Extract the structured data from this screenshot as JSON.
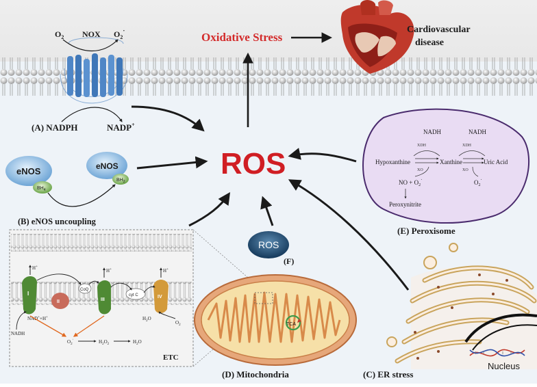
{
  "top": {
    "oxidative_stress": "Oxidative Stress",
    "cardio_line1": "Cardiovascular",
    "cardio_line2": "disease"
  },
  "center": {
    "ros": "ROS"
  },
  "nox": {
    "label": "NOX",
    "o2": "O",
    "o2_sub": "2",
    "o2r": "O",
    "o2r_sub": "2",
    "o2r_sup": "·",
    "nadph": "(A) NADPH",
    "nadp": "NADP",
    "nadp_sup": "+"
  },
  "enos": {
    "label_left": "eNOS",
    "bh_left": "BH",
    "bh_left_sub": "4",
    "label_right": "eNOS",
    "bh_right": "BH",
    "bh_right_sub": "2",
    "caption": "(B) eNOS uncoupling"
  },
  "peroxisome": {
    "nadh1": "NADH",
    "nadh2": "NADH",
    "xdh1": "XDH",
    "xdh2": "XDH",
    "xo1": "XO",
    "xo2": "XO",
    "hypoxanthine": "Hypoxanthine",
    "xanthine": "Xanthine",
    "uric_acid": "Uric Acid",
    "no_plus": "NO + O",
    "no_sub": "2",
    "no_sup": "·",
    "o2_right": "O",
    "o2_right_sub": "2",
    "o2_right_sup": "·",
    "peroxynitrite": "Peroxynitrite",
    "caption": "(E) Peroxisome"
  },
  "ros_f": {
    "label": "ROS",
    "caption": "(F)"
  },
  "etc": {
    "c1": "I",
    "c2": "II",
    "c3": "III",
    "c4": "IV",
    "coq": "CoQ",
    "cytc": "cyt C",
    "h1": "H",
    "h3": "H",
    "h4": "H",
    "hsup": "+",
    "nadplus": "NAD",
    "nadplus_rest": "+H",
    "nadh": "NADH",
    "h2o_left": "H",
    "h2o_left_sub": "2",
    "h2o_left_end": "O",
    "o2_small": "O",
    "o2_small_sub": "2",
    "chain_o2": "O",
    "chain_o2_sub": "2",
    "chain_o2_sup": "·",
    "chain_h2o2": "H",
    "chain_h2o2_sub1": "2",
    "chain_h2o2_mid": "O",
    "chain_h2o2_sub2": "2",
    "chain_h2o": "H",
    "chain_h2o_sub": "2",
    "chain_h2o_end": "O",
    "label": "ETC"
  },
  "mito": {
    "tca": "TCA",
    "caption": "(D) Mitochondria"
  },
  "er": {
    "caption": "(C) ER stress",
    "nucleus": "Nucleus"
  },
  "colors": {
    "ros_red": "#d01e24",
    "oxidative_red": "#d32a2a",
    "background_blue": "#eef3f8",
    "membrane_bead": "#c9c9c9",
    "nox_blue": "#4f86c6",
    "peroxisome_fill": "#e9dcf3",
    "peroxisome_stroke": "#4a2b6d",
    "mito_outer": "#e6a77a",
    "er_gold": "#c9a45c",
    "complex_green": "#4f8a34",
    "complex_red": "#c86b5b",
    "complex_orange": "#d39a3a"
  },
  "icons": [
    "heart-icon",
    "dna-icon",
    "nox-channel-icon",
    "mitochondrion-icon",
    "er-icon"
  ]
}
